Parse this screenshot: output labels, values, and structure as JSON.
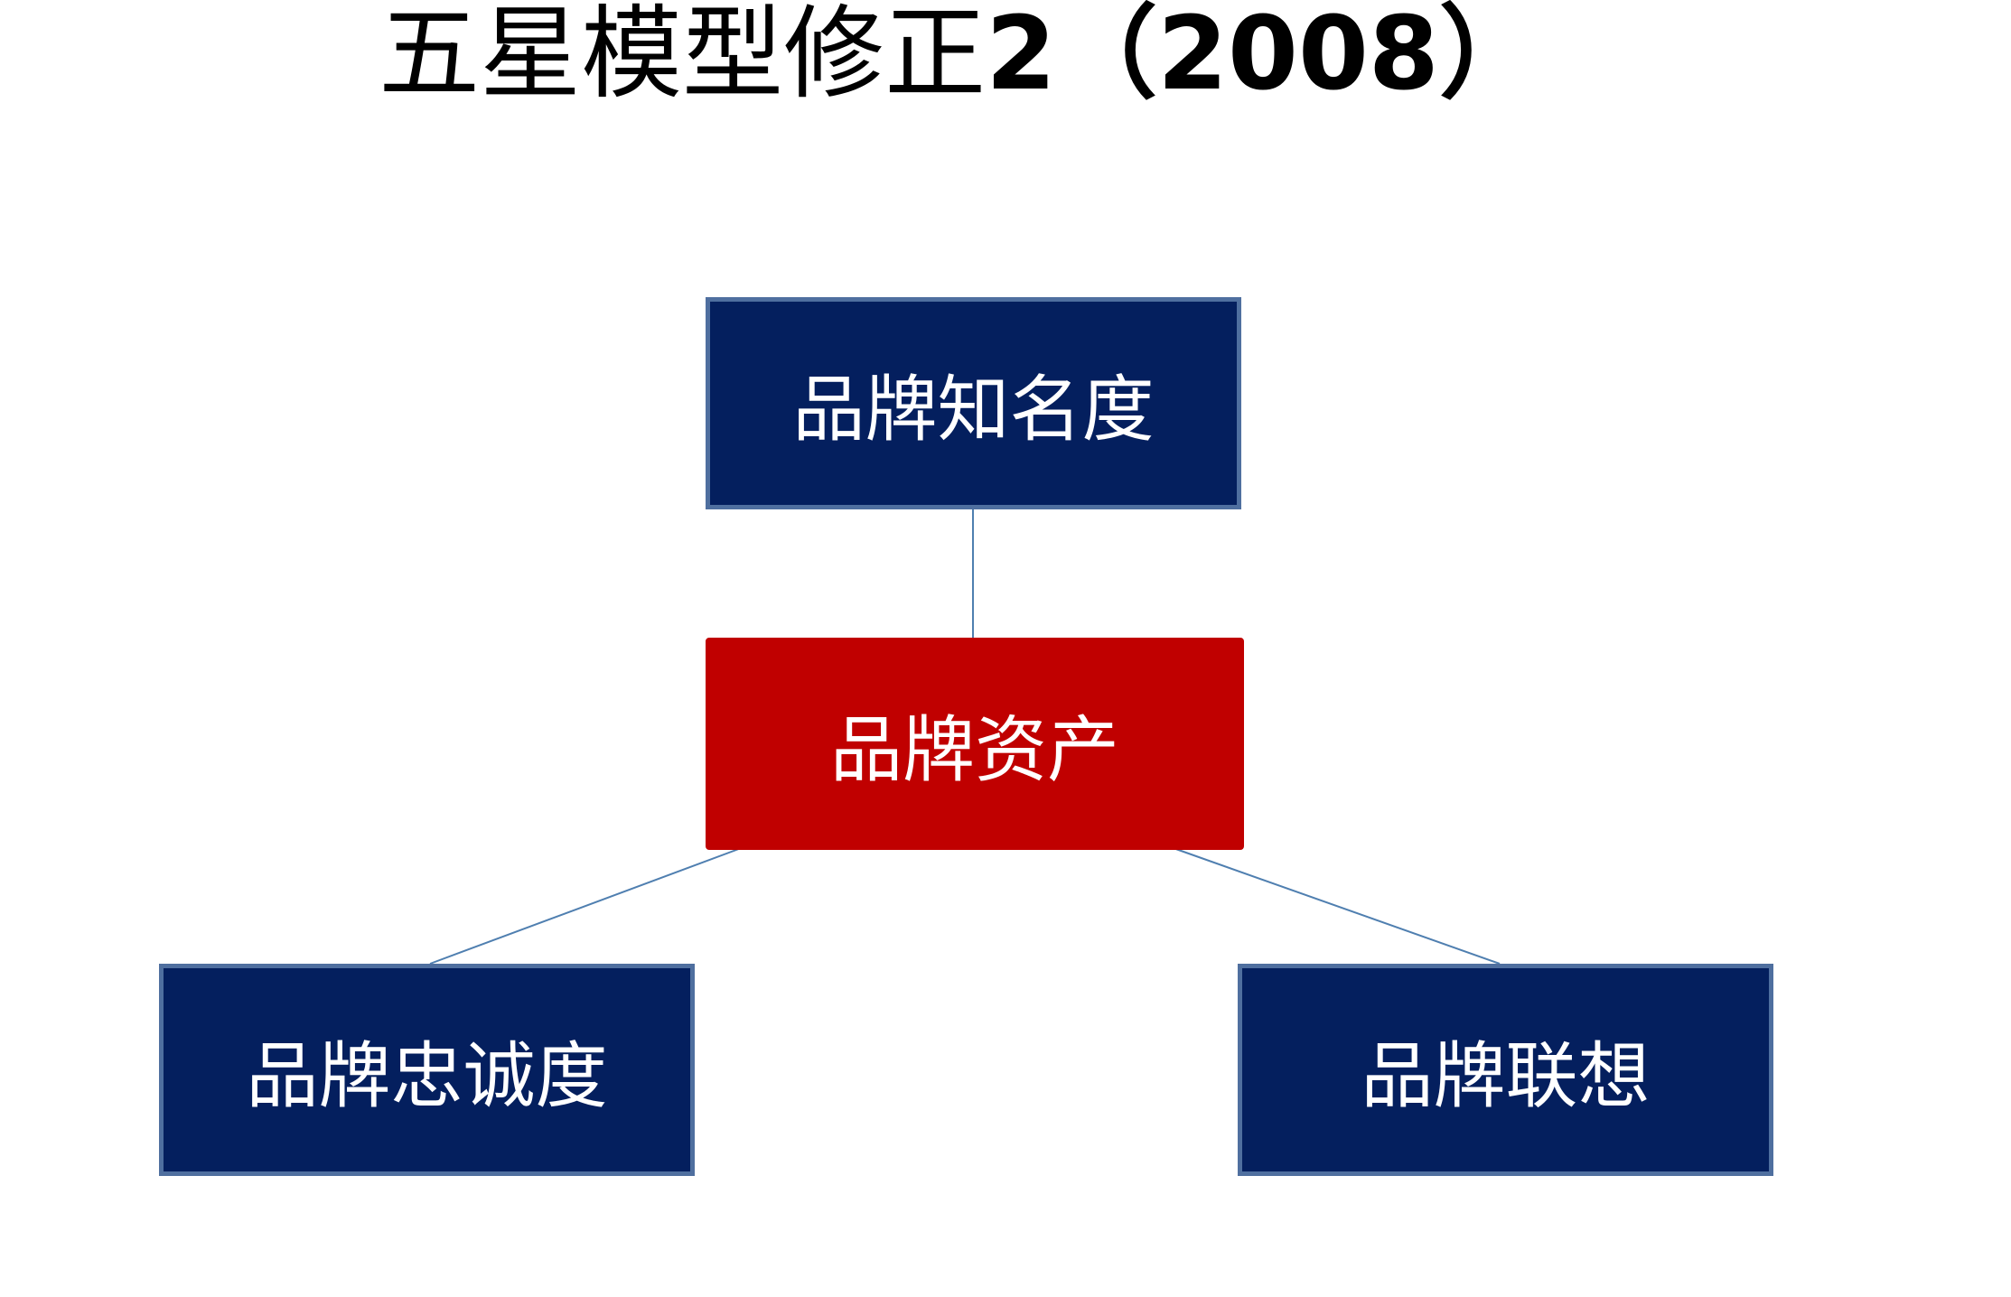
{
  "title": {
    "text": "五星模型修正",
    "suffix": "2（2008）"
  },
  "colors": {
    "node_blue": "#041f5e",
    "node_blue_border": "#4f6f9f",
    "node_red": "#c00000",
    "connector": "#4f7fb0",
    "text": "#ffffff"
  },
  "nodes": {
    "awareness": "品牌知名度",
    "equity": "品牌资产",
    "loyalty": "品牌忠诚度",
    "association": "品牌联想"
  },
  "edges": [
    {
      "from": "equity",
      "to": "awareness"
    },
    {
      "from": "equity",
      "to": "loyalty"
    },
    {
      "from": "equity",
      "to": "association"
    }
  ]
}
